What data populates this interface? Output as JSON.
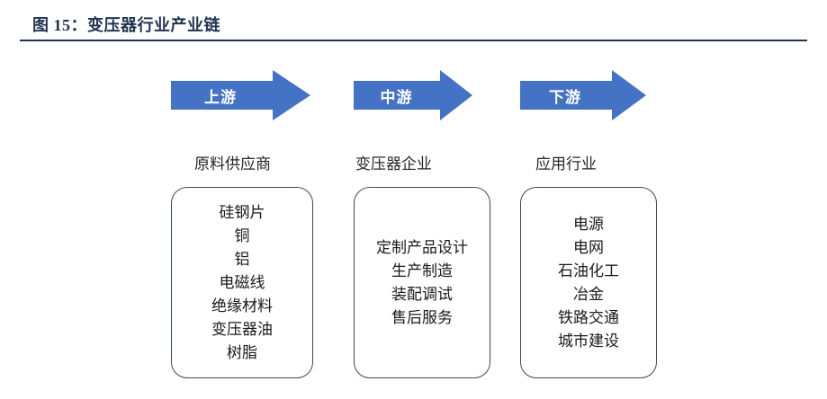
{
  "figure": {
    "label": "图 15：变压器行业产业链",
    "rule_color": "#24344d",
    "title_color": "#1f3352"
  },
  "theme": {
    "arrow_fill": "#4472c4",
    "arrow_text": "#ffffff",
    "box_border": "#3c4a60",
    "box_fill": "#ffffff",
    "text_color": "#1a1a1a"
  },
  "stages": [
    {
      "arrow_label": "上游",
      "header": "原料供应商",
      "items": [
        "硅钢片",
        "铜",
        "铝",
        "电磁线",
        "绝缘材料",
        "变压器油",
        "树脂"
      ]
    },
    {
      "arrow_label": "中游",
      "header": "变压器企业",
      "items": [
        "定制产品设计",
        "生产制造",
        "装配调试",
        "售后服务"
      ]
    },
    {
      "arrow_label": "下游",
      "header": "应用行业",
      "items": [
        "电源",
        "电网",
        "石油化工",
        "冶金",
        "铁路交通",
        "城市建设"
      ]
    }
  ]
}
